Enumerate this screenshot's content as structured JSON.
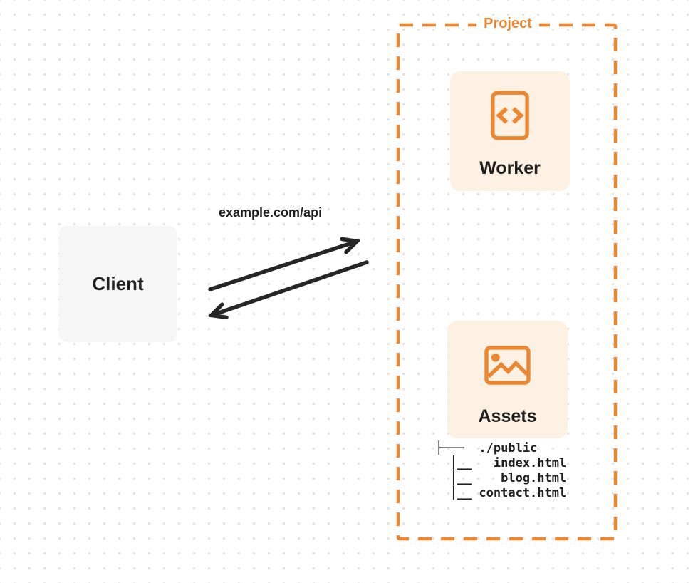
{
  "colors": {
    "accent": "#ED8630",
    "card_bg": "#FCF1E2",
    "client_bg": "#F6F6F6",
    "ink": "#202020",
    "arrow": "#262626",
    "dot": "#E3E3E3"
  },
  "client": {
    "label": "Client"
  },
  "connection": {
    "url": "example.com/api"
  },
  "project": {
    "label": "Project",
    "worker": {
      "label": "Worker",
      "icon": "code-file-icon"
    },
    "assets": {
      "label": "Assets",
      "icon": "image-icon",
      "tree": [
        "├───  ./public",
        "  │__   index.html",
        "  │__    blog.html",
        "  │__ contact.html"
      ]
    }
  }
}
